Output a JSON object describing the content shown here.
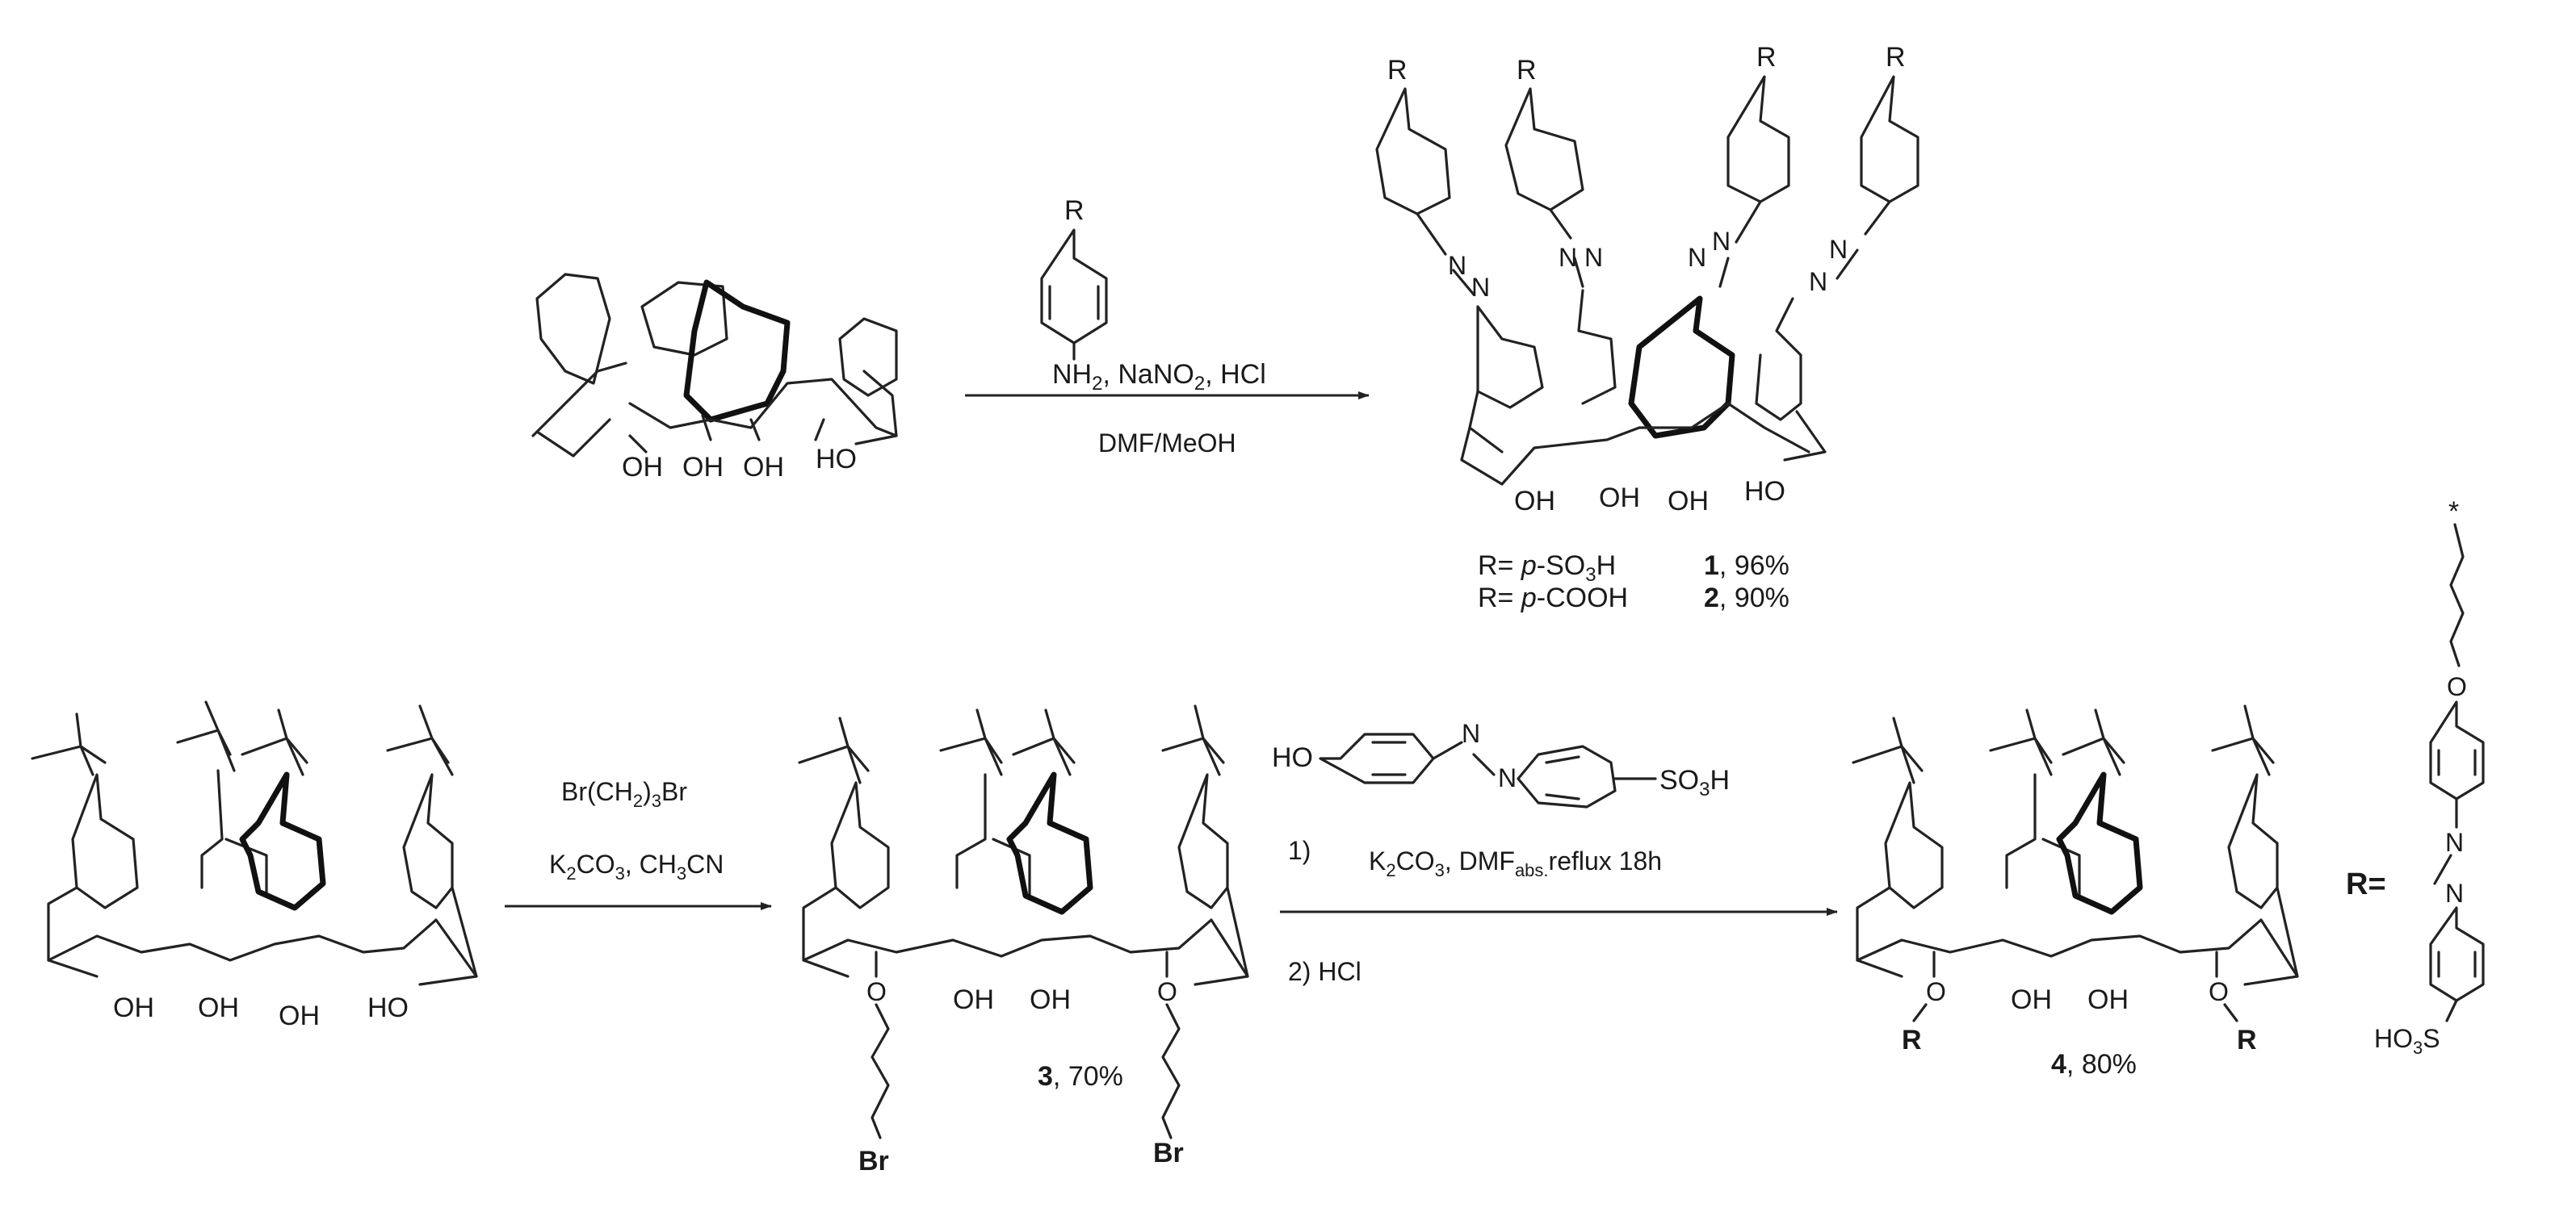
{
  "reaction1": {
    "reagent_R": "R",
    "reagent_amine": "NH",
    "reagent_amine_sub": "2",
    "reagent_text_a": ", NaNO",
    "reagent_text_a_sub": "2",
    "reagent_text_b": ", HCl",
    "solvent": "DMF/MeOH",
    "product_R": "R",
    "azo_N": "N",
    "OH": "OH",
    "HO": "HO",
    "legend": [
      {
        "prefix": "R= ",
        "italic": "p",
        "sub_group_a": "-SO",
        "sub_digit": "3",
        "sub_group_b": "H",
        "compound": "1",
        "yield": ", 96%"
      },
      {
        "prefix": "R= ",
        "italic": "p",
        "sub_group_a": "-COOH",
        "sub_digit": "",
        "sub_group_b": "",
        "compound": "2",
        "yield": ", 90%"
      }
    ]
  },
  "reaction2": {
    "reagent_line1": "Br(CH",
    "reagent_line1_sub": "2",
    "reagent_line1_end": ")",
    "reagent_line1_sub2": "3",
    "reagent_line1_tail": "Br",
    "reagent_line2_a": "K",
    "reagent_line2_sub1": "2",
    "reagent_line2_b": "CO",
    "reagent_line2_sub2": "3",
    "reagent_line2_c": ", CH",
    "reagent_line2_sub3": "3",
    "reagent_line2_d": "CN",
    "Br": "Br",
    "O": "O",
    "OH": "OH",
    "compound3": "3",
    "yield3": ", 70%"
  },
  "reaction3": {
    "reagent_HO": "HO",
    "reagent_N": "N",
    "reagent_SO3H_a": "SO",
    "reagent_SO3H_sub": "3",
    "reagent_SO3H_b": "H",
    "step1": "1)",
    "step1_a": "K",
    "step1_sub1": "2",
    "step1_b": "CO",
    "step1_sub2": "3",
    "step1_c": ", DMF",
    "step1_sub3": "abs.",
    "step1_d": "reflux 18h",
    "step2": "2) HCl",
    "R": "R",
    "O": "O",
    "OH": "OH",
    "compound4": "4",
    "yield4": ", 80%",
    "R_def": "R=",
    "R_star": "*",
    "R_O": "O",
    "R_N": "N",
    "R_HO3S_a": "HO",
    "R_HO3S_sub": "3",
    "R_HO3S_b": "S"
  }
}
